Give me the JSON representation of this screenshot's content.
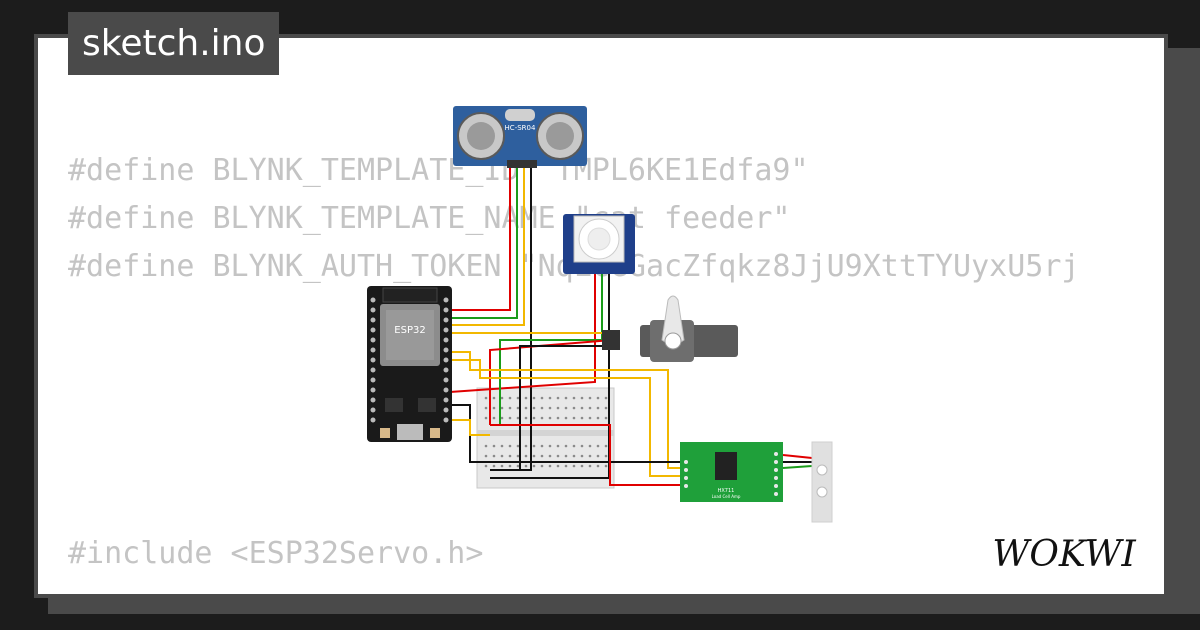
{
  "tab": {
    "filename": "sketch.ino"
  },
  "code": {
    "line1": "#define BLYNK_TEMPLATE_ID \"TMPL6KE1Edfa9\"",
    "line2": "#define BLYNK_TEMPLATE_NAME \"cat feeder\"",
    "line3": "#define BLYNK_AUTH_TOKEN \"NqLCGGacZfqkz8JjU9XttTYUyxU5rj",
    "line4": "#include <ESP32Servo.h>"
  },
  "parts": {
    "esp32_label": "ESP32",
    "ultrasonic_label": "HC-SR04",
    "hx711_label": "HX711",
    "hx711_sub": "Load Cell Amp"
  },
  "brand": {
    "logo": "WOKWI"
  },
  "colors": {
    "frame": "#4a4a4a",
    "wire_red": "#e00000",
    "wire_green": "#1a9c1a",
    "wire_black": "#111111",
    "wire_yellow": "#f2b800",
    "wire_orange": "#ff8a00",
    "board_green": "#1fa03a",
    "sensor_blue": "#2e5f9e"
  }
}
